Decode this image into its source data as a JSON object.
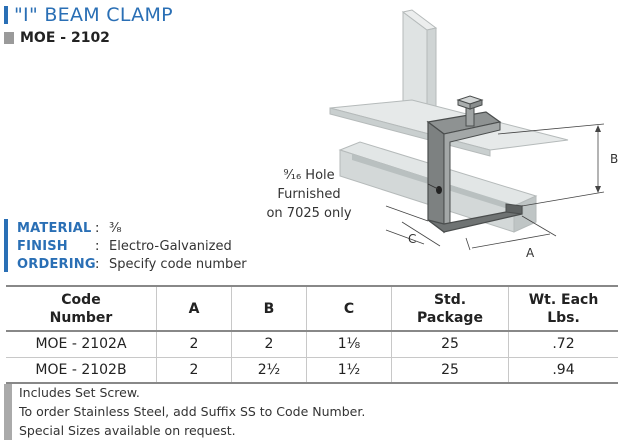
{
  "header": {
    "title": "\"I\" BEAM CLAMP",
    "subtitle": "MOE - 2102"
  },
  "specs": [
    {
      "label": "MATERIAL",
      "colon": ":",
      "value": "³⁄₈"
    },
    {
      "label": "FINISH",
      "colon": ":",
      "value": "Electro-Galvanized"
    },
    {
      "label": "ORDERING",
      "colon": ":",
      "value": "Specify code number"
    }
  ],
  "diagram": {
    "hole_note": [
      "⁹⁄₁₆ Hole",
      "Furnished",
      "on 7025 only"
    ],
    "dim_a": "A",
    "dim_b": "B",
    "dim_c": "C"
  },
  "table": {
    "headers": [
      [
        "Code",
        "Number"
      ],
      [
        "A"
      ],
      [
        "B"
      ],
      [
        "C"
      ],
      [
        "Std.",
        "Package"
      ],
      [
        "Wt. Each",
        "Lbs."
      ]
    ],
    "rows": [
      [
        "MOE - 2102A",
        "2",
        "2",
        "1⅛",
        "25",
        ".72"
      ],
      [
        "MOE - 2102B",
        "2",
        "2½",
        "1½",
        "25",
        ".94"
      ]
    ]
  },
  "notes": [
    "Includes Set Screw.",
    "To order Stainless Steel, add Suffix SS to Code Number.",
    "Special Sizes available on request."
  ],
  "colors": {
    "accent": "#2a6fb5",
    "grey_bar": "#9a9a9a"
  }
}
